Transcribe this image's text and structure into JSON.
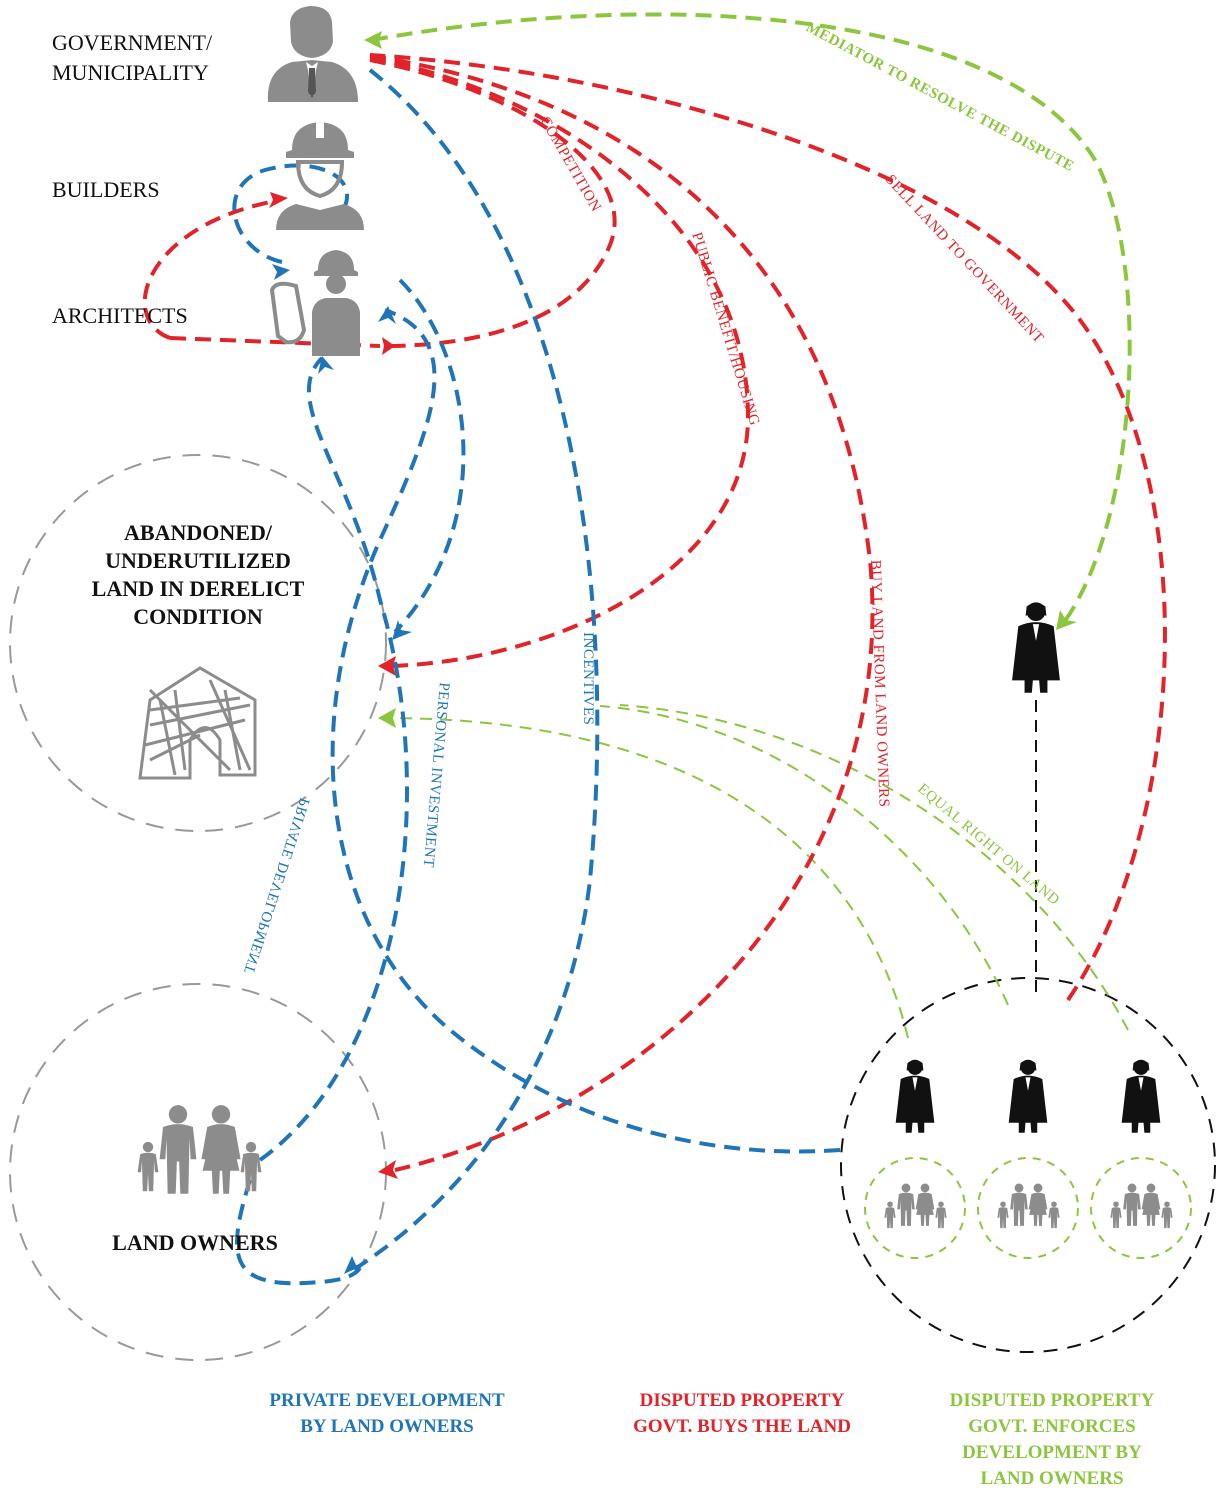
{
  "colors": {
    "blue": "#1f75b8",
    "red": "#e2232a",
    "green": "#8cc63e",
    "grey": "#999999",
    "black": "#111111"
  },
  "actors": {
    "government": [
      "GOVERNMENT/",
      "MUNICIPALITY"
    ],
    "builders": "BUILDERS",
    "architects": "ARCHITECTS"
  },
  "nodes": {
    "land": [
      "ABANDONED/",
      "UNDERUTILIZED",
      "LAND IN DERELICT",
      "CONDITION"
    ],
    "owners": "LAND OWNERS"
  },
  "flows": {
    "competition": "COMPETITION",
    "public_benefit": "PUBLIC BENEFIT/HOUSING",
    "sell_land": "SELL LAND TO GOVERNMENT",
    "mediator": "MEDIATOR TO RESOLVE THE DISPUTE",
    "buy_land": "BUY LAND FROM LAND OWNERS",
    "incentives": "INCENTIVES",
    "personal_investment": "PERSONAL INVESTMENT",
    "private_development": "PRIVATE DEVELOPMENT",
    "equal_right": "EQUAL RIGHT ON LAND"
  },
  "legend": {
    "blue": [
      "PRIVATE DEVELOPMENT",
      "BY LAND OWNERS"
    ],
    "red": [
      "DISPUTED PROPERTY",
      "GOVT. BUYS THE LAND"
    ],
    "green": [
      "DISPUTED PROPERTY",
      "GOVT. ENFORCES",
      "DEVELOPMENT BY",
      "LAND OWNERS"
    ]
  },
  "icons": {
    "government": "businessman-icon",
    "builders": "construction-worker-icon",
    "architects": "architect-icon",
    "land": "derelict-house-icon",
    "owners": "family-icon",
    "judge": "judge-icon",
    "disputants": "judge-icon",
    "disputant_families": "family-icon"
  }
}
